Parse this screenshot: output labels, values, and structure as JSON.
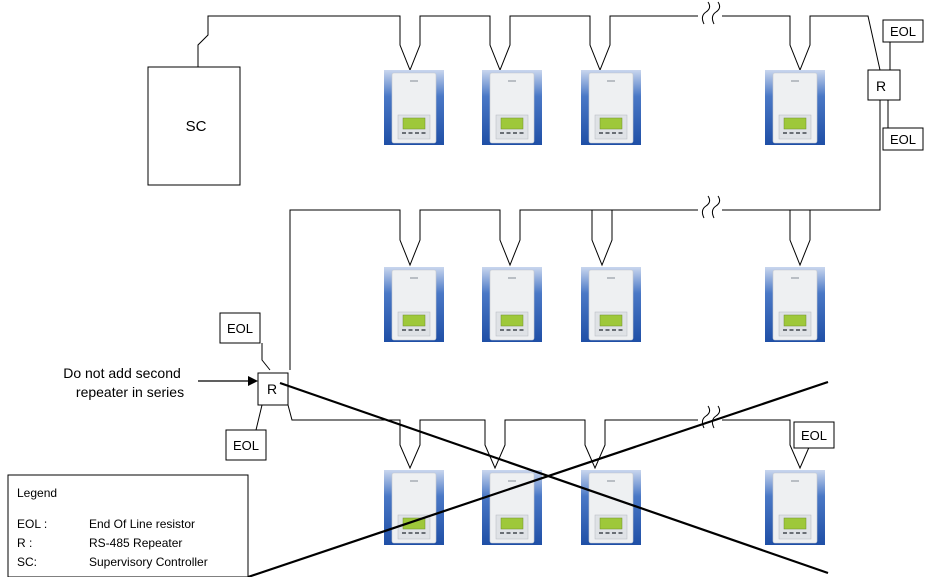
{
  "diagram": {
    "supervisory_controller": {
      "label": "SC"
    },
    "repeater_label": "R",
    "eol_label": "EOL",
    "annotation": {
      "line1": "Do not add second",
      "line2": "repeater in series"
    },
    "legend": {
      "title": "Legend",
      "entries": [
        {
          "abbr": "EOL :",
          "desc": "End Of Line resistor"
        },
        {
          "abbr": "R :",
          "desc": "RS-485 Repeater"
        },
        {
          "abbr": "SC:",
          "desc": "Supervisory Controller"
        }
      ]
    },
    "device_icon": "thermostat-controller-icon",
    "colors": {
      "device_frame": "#2f62b6",
      "device_body": "#eef0f2",
      "lcd": "#9ec83a",
      "line": "#000000"
    }
  }
}
